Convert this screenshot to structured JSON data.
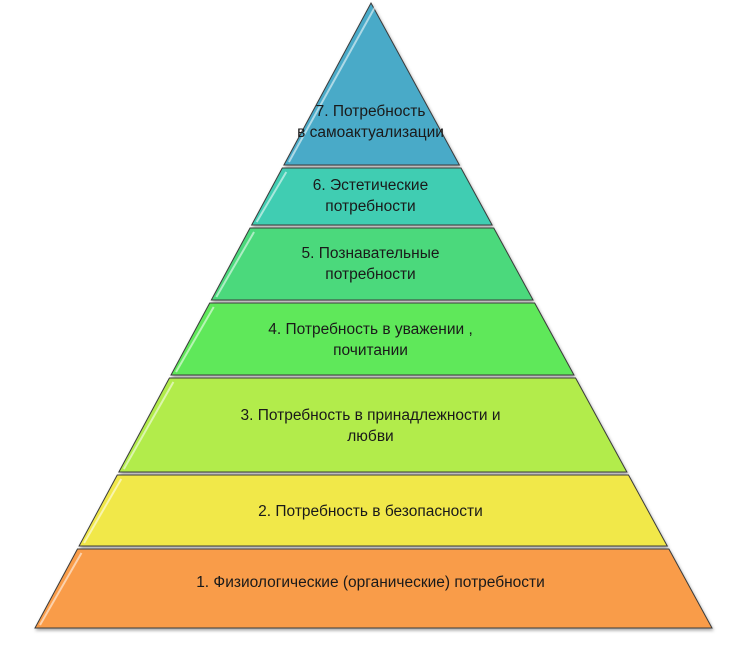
{
  "diagram": {
    "type": "pyramid",
    "levels": [
      {
        "lines": [
          "7. Потребность",
          "в самоактуализации"
        ],
        "color": "#4aaac8"
      },
      {
        "lines": [
          "6. Эстетические",
          "потребности"
        ],
        "color": "#41cdb2"
      },
      {
        "lines": [
          "5. Познавательные",
          "потребности"
        ],
        "color": "#4cd97c"
      },
      {
        "lines": [
          "4. Потребность в уважении ,",
          "почитании"
        ],
        "color": "#5ee85a"
      },
      {
        "lines": [
          "3. Потребность в принадлежности и",
          "любви"
        ],
        "color": "#b2ec4c"
      },
      {
        "lines": [
          "2. Потребность в безопасности"
        ],
        "color": "#f1e84a"
      },
      {
        "lines": [
          "1. Физиологические (органические) потребности"
        ],
        "color": "#f99c48"
      }
    ]
  }
}
